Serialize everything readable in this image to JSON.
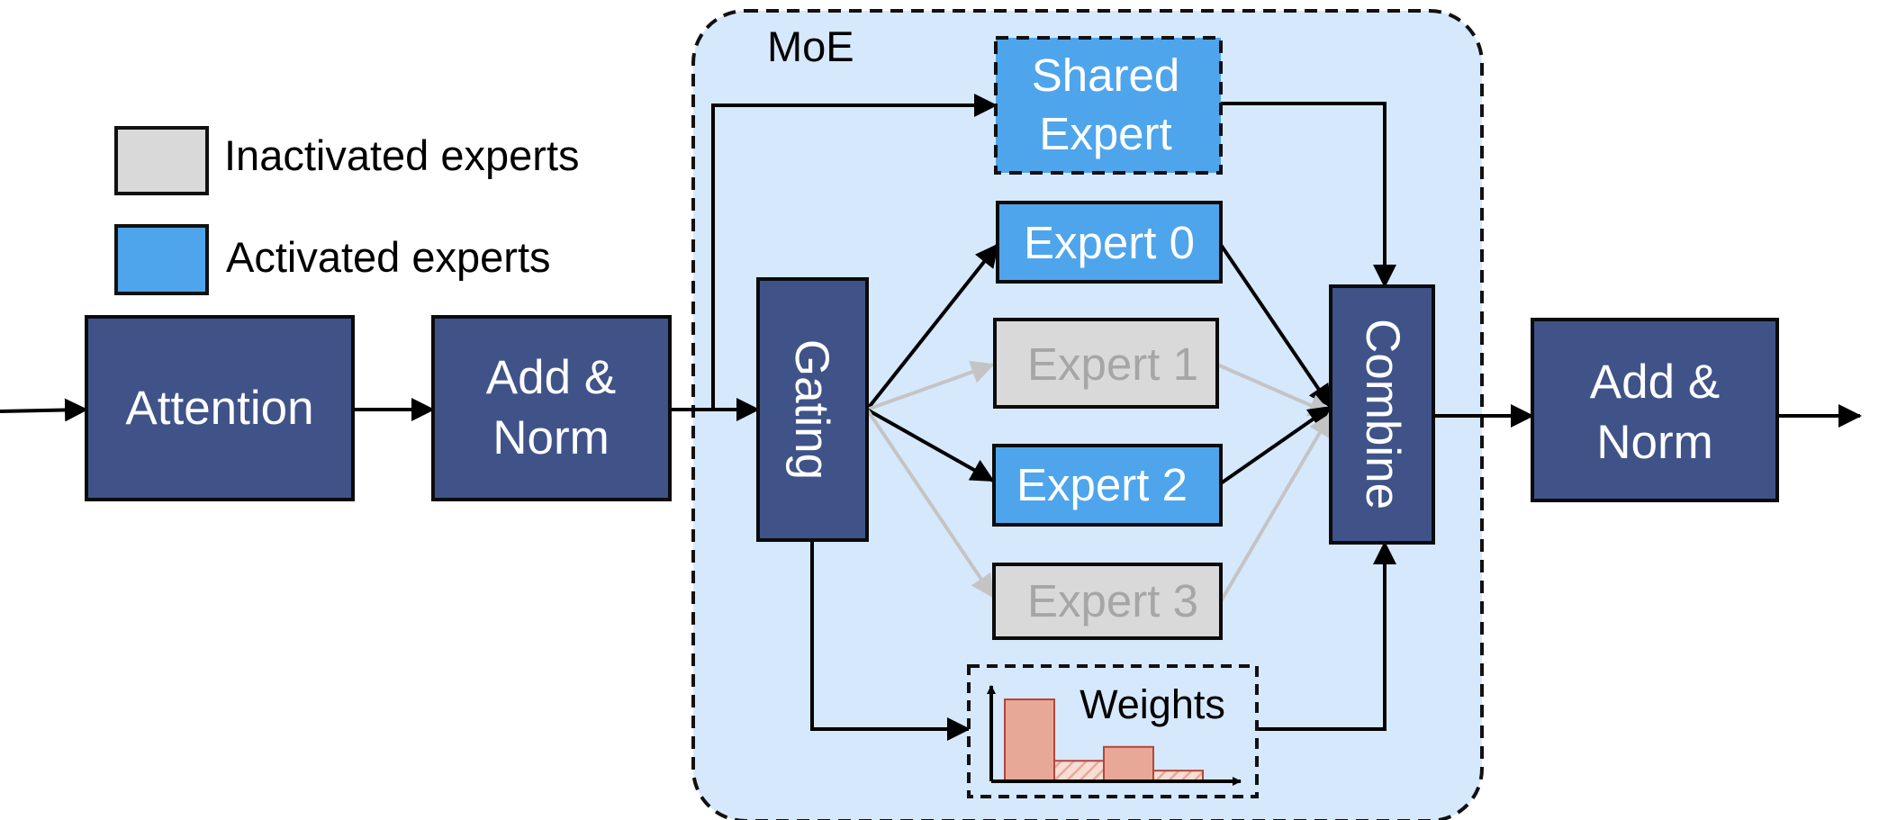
{
  "legend": {
    "inactivated_label": "Inactivated experts",
    "activated_label": "Activated experts"
  },
  "blocks": {
    "attention": "Attention",
    "add_norm_1_line1": "Add &",
    "add_norm_1_line2": "Norm",
    "add_norm_2_line1": "Add &",
    "add_norm_2_line2": "Norm",
    "gating": "Gating",
    "combine": "Combine"
  },
  "moe": {
    "title": "MoE",
    "shared_expert_line1": "Shared",
    "shared_expert_line2": "Expert",
    "experts": [
      {
        "label": "Expert 0",
        "active": true
      },
      {
        "label": "Expert 1",
        "active": false
      },
      {
        "label": "Expert 2",
        "active": true
      },
      {
        "label": "Expert 3",
        "active": false
      }
    ],
    "weights_label": "Weights",
    "weights_values": [
      1.0,
      0.25,
      0.42,
      0.13
    ]
  },
  "colors": {
    "block": "#3f5389",
    "block_border": "#0b0b0b",
    "active": "#4ea5ec",
    "inactive": "#d9d9d9",
    "inactive_text": "#a6a6a6",
    "moe_bg": "#d6e8fb",
    "weight_bar": "#e8a897",
    "inactive_arrow": "#c4c4c4"
  }
}
